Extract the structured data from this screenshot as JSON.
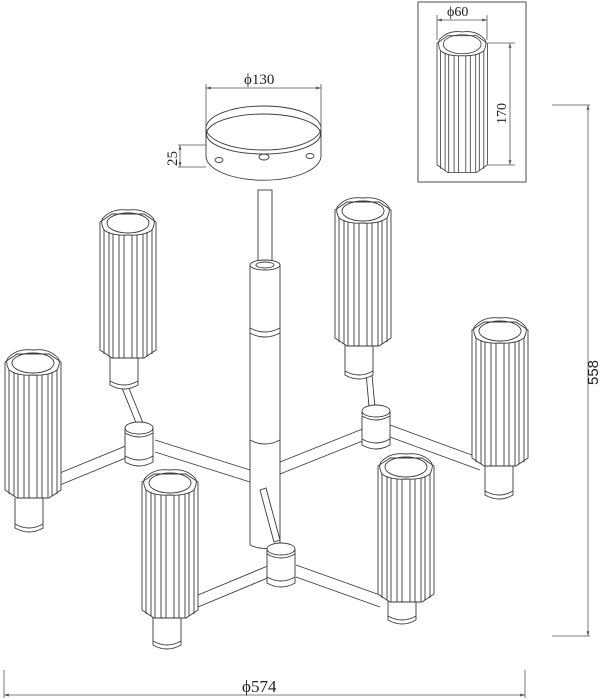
{
  "drawing": {
    "subject": "6-light chandelier technical line drawing",
    "units": "mm",
    "dimensions": {
      "canopy_diameter": "ϕ130",
      "canopy_height": "25",
      "shade_diameter": "ϕ60",
      "shade_height": "170",
      "overall_height": "558",
      "overall_diameter": "ϕ574"
    },
    "inset": {
      "label": "shade detail"
    },
    "colors": {
      "line": "#3a3a3a",
      "background": "#ffffff"
    }
  }
}
